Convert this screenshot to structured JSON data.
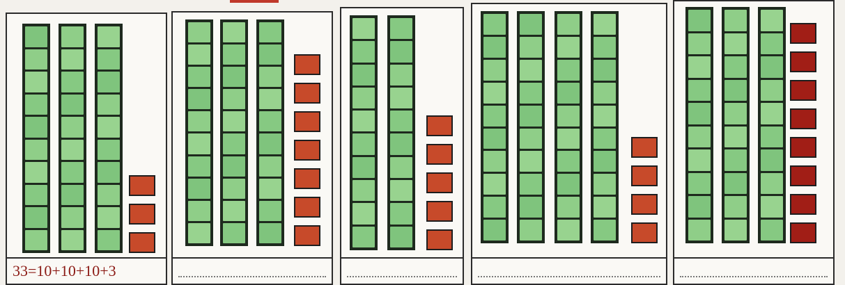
{
  "colors": {
    "ten_rod": "#84c784",
    "unit_cube": "#c74a2a",
    "answer_ink": "#8b1a14"
  },
  "cards": [
    {
      "rods": 3,
      "units": 3,
      "answer": "33=10+10+10+3"
    },
    {
      "rods": 3,
      "units": 7,
      "answer": ""
    },
    {
      "rods": 2,
      "units": 5,
      "answer": ""
    },
    {
      "rods": 4,
      "units": 4,
      "answer": ""
    },
    {
      "rods": 3,
      "units": 8,
      "answer": ""
    }
  ]
}
